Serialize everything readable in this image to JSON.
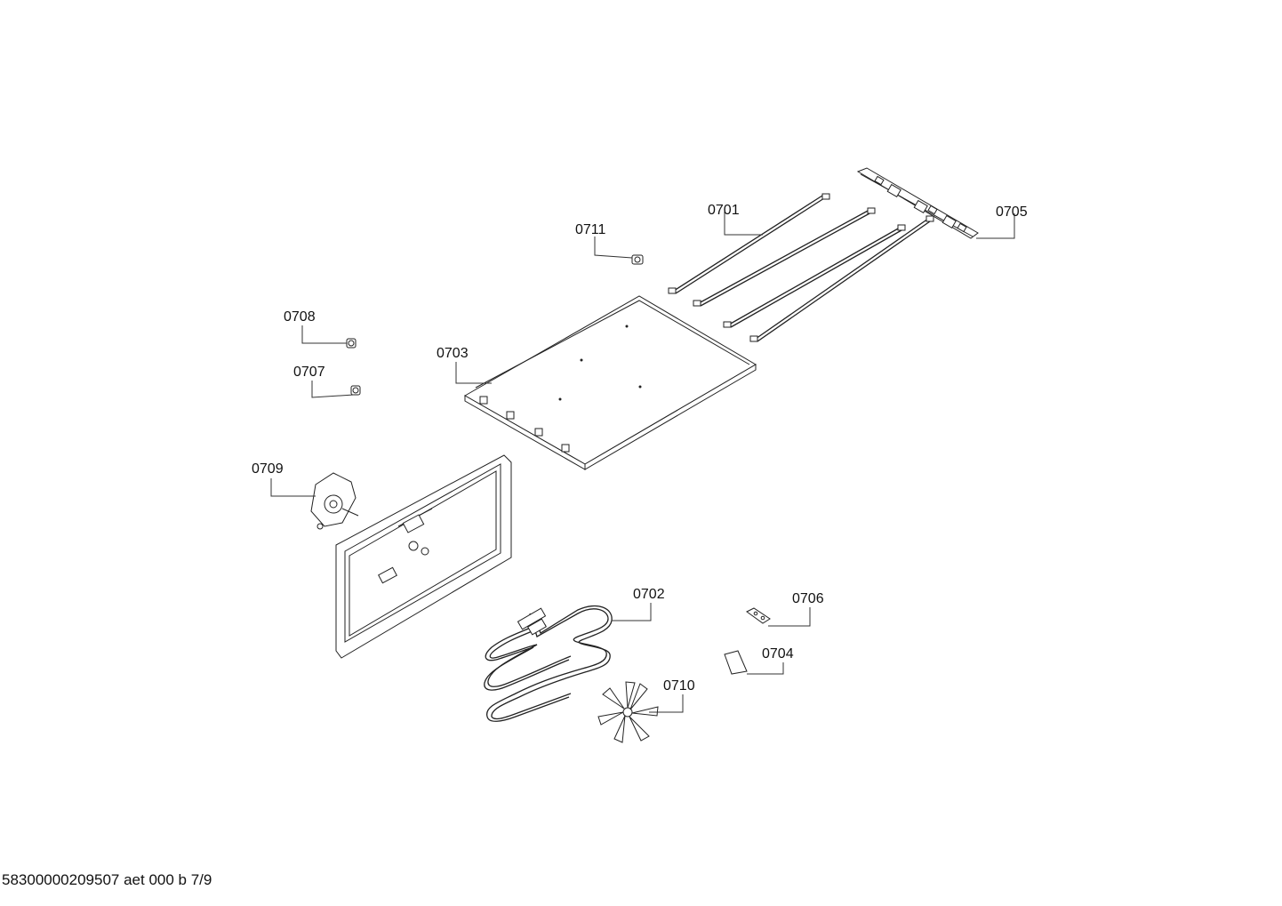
{
  "parts": {
    "p0701": "0701",
    "p0702": "0702",
    "p0703": "0703",
    "p0704": "0704",
    "p0705": "0705",
    "p0706": "0706",
    "p0707": "0707",
    "p0708": "0708",
    "p0709": "0709",
    "p0710": "0710",
    "p0711": "0711"
  },
  "footer": {
    "drawing_ref": "58300000209507 aet 000 b 7/9"
  }
}
